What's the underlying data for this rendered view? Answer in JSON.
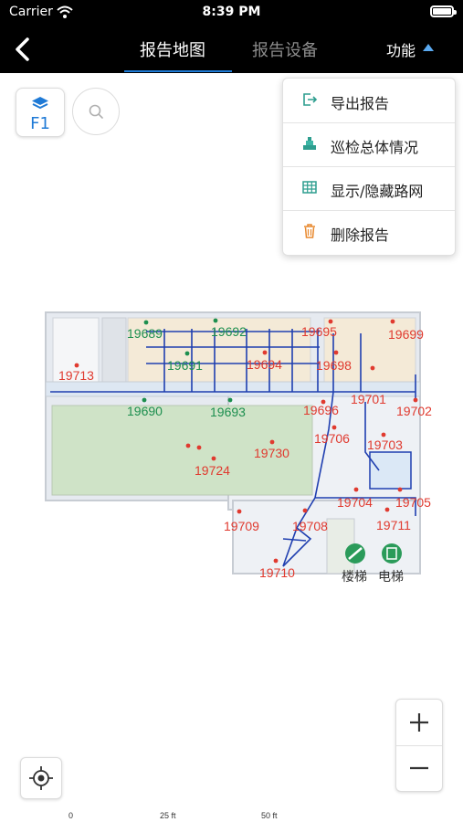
{
  "status_bar": {
    "carrier": "Carrier",
    "time": "8:39 PM"
  },
  "nav": {
    "tabs": [
      {
        "label": "报告地图",
        "active": true
      },
      {
        "label": "报告设备",
        "active": false
      }
    ],
    "function_label": "功能"
  },
  "map_controls": {
    "floor_label": "F1"
  },
  "menu": {
    "items": [
      {
        "label": "导出报告",
        "icon": "export-icon"
      },
      {
        "label": "巡检总体情况",
        "icon": "summary-icon"
      },
      {
        "label": "显示/隐藏路网",
        "icon": "grid-icon"
      },
      {
        "label": "删除报告",
        "icon": "trash-icon"
      }
    ]
  },
  "map": {
    "green_labels": [
      "19689",
      "19692",
      "19691",
      "19690",
      "19693"
    ],
    "red_labels": [
      "19695",
      "19699",
      "19713",
      "19694",
      "19698",
      "19701",
      "19696",
      "19702",
      "19706",
      "19703",
      "19730",
      "19724",
      "19704",
      "19705",
      "19709",
      "19708",
      "19711",
      "19710"
    ],
    "stairs_label": "楼梯",
    "elevator_label": "电梯"
  },
  "scale_bar": {
    "labels": [
      "0",
      "25 ft",
      "50 ft"
    ]
  },
  "colors": {
    "accent": "#1e7bd6",
    "navbar": "#000000",
    "marker_red": "#e03a2f",
    "marker_green": "#1d8f4f"
  }
}
